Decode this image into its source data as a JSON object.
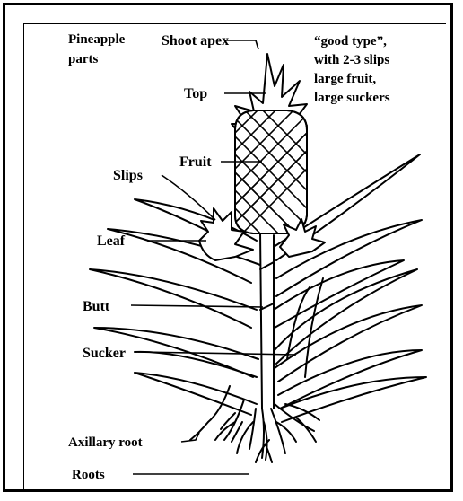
{
  "title_lines": [
    "Pineapple",
    "parts"
  ],
  "note_lines": [
    "“good type”,",
    "with 2-3 slips",
    "large fruit,",
    "large suckers"
  ],
  "labels": {
    "shoot_apex": "Shoot apex",
    "top": "Top",
    "fruit": "Fruit",
    "slips": "Slips",
    "leaf": "Leaf",
    "butt": "Butt",
    "sucker": "Sucker",
    "axillary_root": "Axillary root",
    "roots": "Roots"
  },
  "colors": {
    "ink": "#000000",
    "background": "#ffffff"
  }
}
